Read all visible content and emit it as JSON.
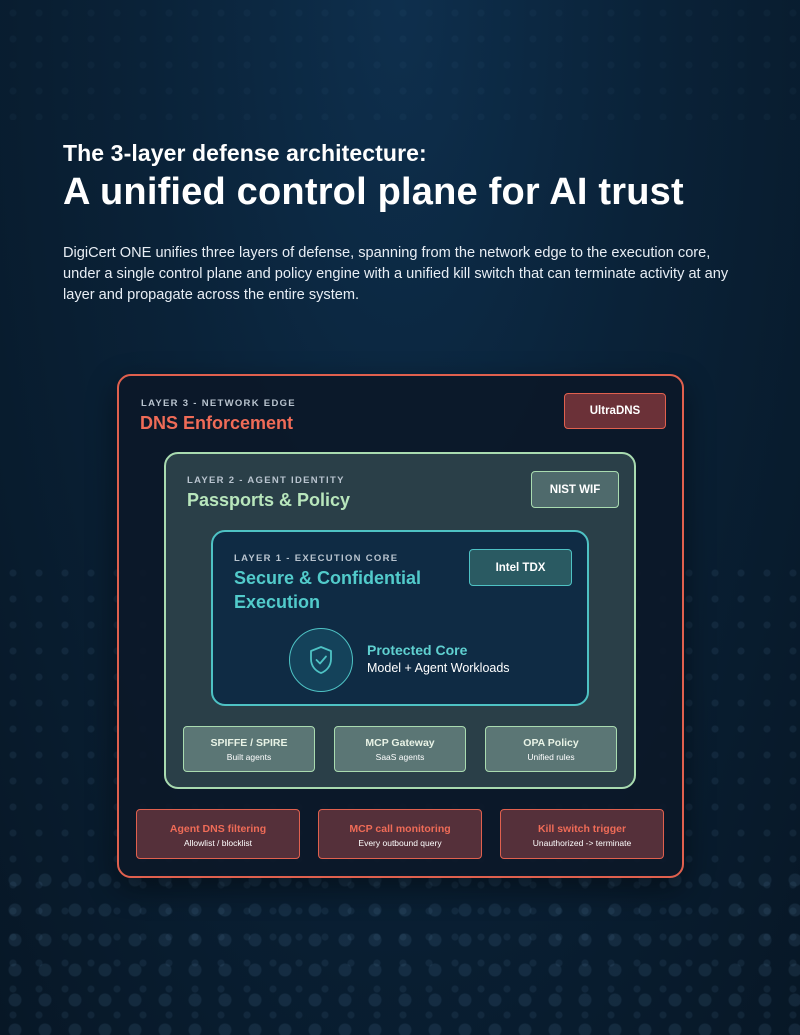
{
  "header": {
    "eyebrow": "The 3-layer defense architecture:",
    "headline": "A unified control plane for AI trust",
    "intro": "DigiCert ONE unifies three layers of defense, spanning from the network edge to the execution core, under a single control plane and policy engine with a unified kill switch that can terminate activity at any layer and propagate across the entire system."
  },
  "diagram": {
    "layer3": {
      "kicker": "LAYER 3 - NETWORK EDGE",
      "title": "DNS Enforcement",
      "tag": "UltraDNS",
      "boxes": [
        {
          "title": "Agent DNS filtering",
          "sub": "Allowlist / blocklist"
        },
        {
          "title": "MCP call monitoring",
          "sub": "Every outbound query"
        },
        {
          "title": "Kill switch trigger",
          "sub": "Unauthorized -> terminate"
        }
      ]
    },
    "layer2": {
      "kicker": "LAYER 2 - AGENT IDENTITY",
      "title": "Passports & Policy",
      "tag": "NIST WIF",
      "boxes": [
        {
          "title": "SPIFFE / SPIRE",
          "sub": "Built agents"
        },
        {
          "title": "MCP Gateway",
          "sub": "SaaS agents"
        },
        {
          "title": "OPA Policy",
          "sub": "Unified rules"
        }
      ]
    },
    "layer1": {
      "kicker": "LAYER 1 - EXECUTION CORE",
      "title": "Secure & Confidential Execution",
      "tag": "Intel TDX",
      "core_title": "Protected Core",
      "core_sub": "Model + Agent Workloads",
      "icon": "shield-check-icon"
    }
  },
  "colors": {
    "layer3": "#e0604e",
    "layer2": "#a9dbb0",
    "layer1": "#4ec2c4"
  }
}
